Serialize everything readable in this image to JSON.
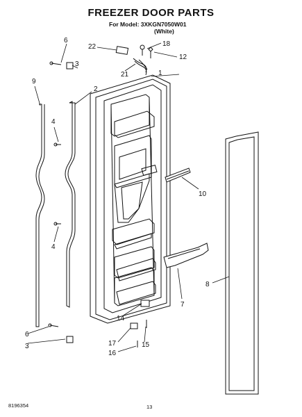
{
  "header": {
    "title": "FREEZER DOOR PARTS",
    "model_line": "For Model: 3XKGN7050W01",
    "color_line": "(White)"
  },
  "footer": {
    "doc_number": "8196354",
    "page_number": "13"
  },
  "callouts": [
    "1",
    "2",
    "3",
    "3",
    "4",
    "4",
    "6",
    "6",
    "7",
    "8",
    "9",
    "10",
    "12",
    "14",
    "15",
    "16",
    "17",
    "18",
    "21",
    "22"
  ]
}
